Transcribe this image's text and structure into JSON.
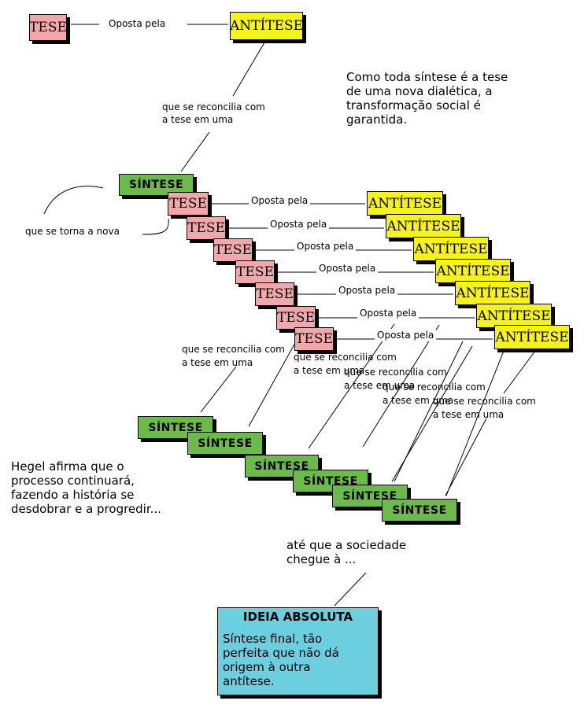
{
  "top": {
    "tese": "TESE",
    "antitese": "ANTÍTESE",
    "oposta": "Oposta pela",
    "reconcilia_1": "que se reconcilia com",
    "reconcilia_2": "a tese em uma",
    "sintese": "SÍNTESE",
    "torna": "que se torna a nova"
  },
  "note_right": "Como toda síntese é a tese\nde uma nova dialética, a\ntransformação social é\ngarantida.",
  "cascade": {
    "tese": "TESE",
    "antitese": "ANTÍTESE",
    "oposta": "Oposta pela",
    "sintese": "SÍNTESE",
    "reconcilia_1": "que se reconcilia com",
    "reconcilia_2": "a tese em uma"
  },
  "hegel": "Hegel afirma que o\nprocesso continuará,\nfazendo a história se\ndesdobrar e a progredir...",
  "ate": "até que a sociedade\nchegue à ...",
  "ideia": {
    "title": "IDEIA ABSOLUTA",
    "text": "Síntese final, tão\nperfeita que não dá\norigem à outra\nantítese."
  }
}
